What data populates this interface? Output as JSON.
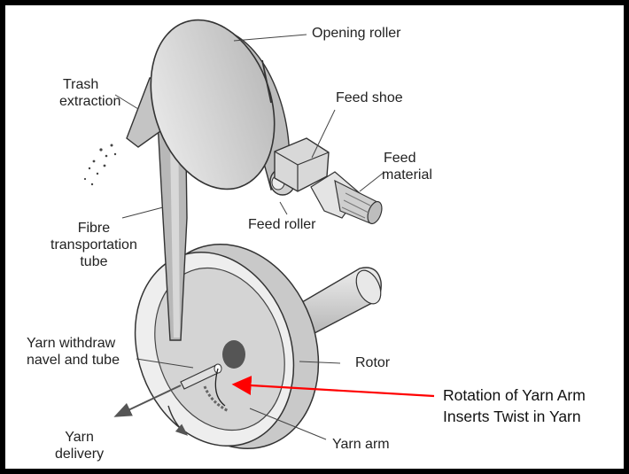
{
  "labels": {
    "opening_roller": "Opening roller",
    "trash_extraction": [
      "Trash",
      "extraction"
    ],
    "feed_shoe": "Feed shoe",
    "feed_material": [
      "Feed",
      "material"
    ],
    "feed_roller": "Feed roller",
    "fibre_tube": [
      "Fibre",
      "transportation",
      "tube"
    ],
    "yarn_withdraw": [
      "Yarn withdraw",
      "navel and tube"
    ],
    "rotor": "Rotor",
    "yarn_delivery": [
      "Yarn",
      "delivery"
    ],
    "yarn_arm": "Yarn arm"
  },
  "annotation": [
    "Rotation of Yarn Arm",
    "Inserts Twist in Yarn"
  ],
  "colors": {
    "annotation_arrow": "#ff0000",
    "part_fill": "#d0d0d0",
    "part_stroke": "#333333"
  }
}
